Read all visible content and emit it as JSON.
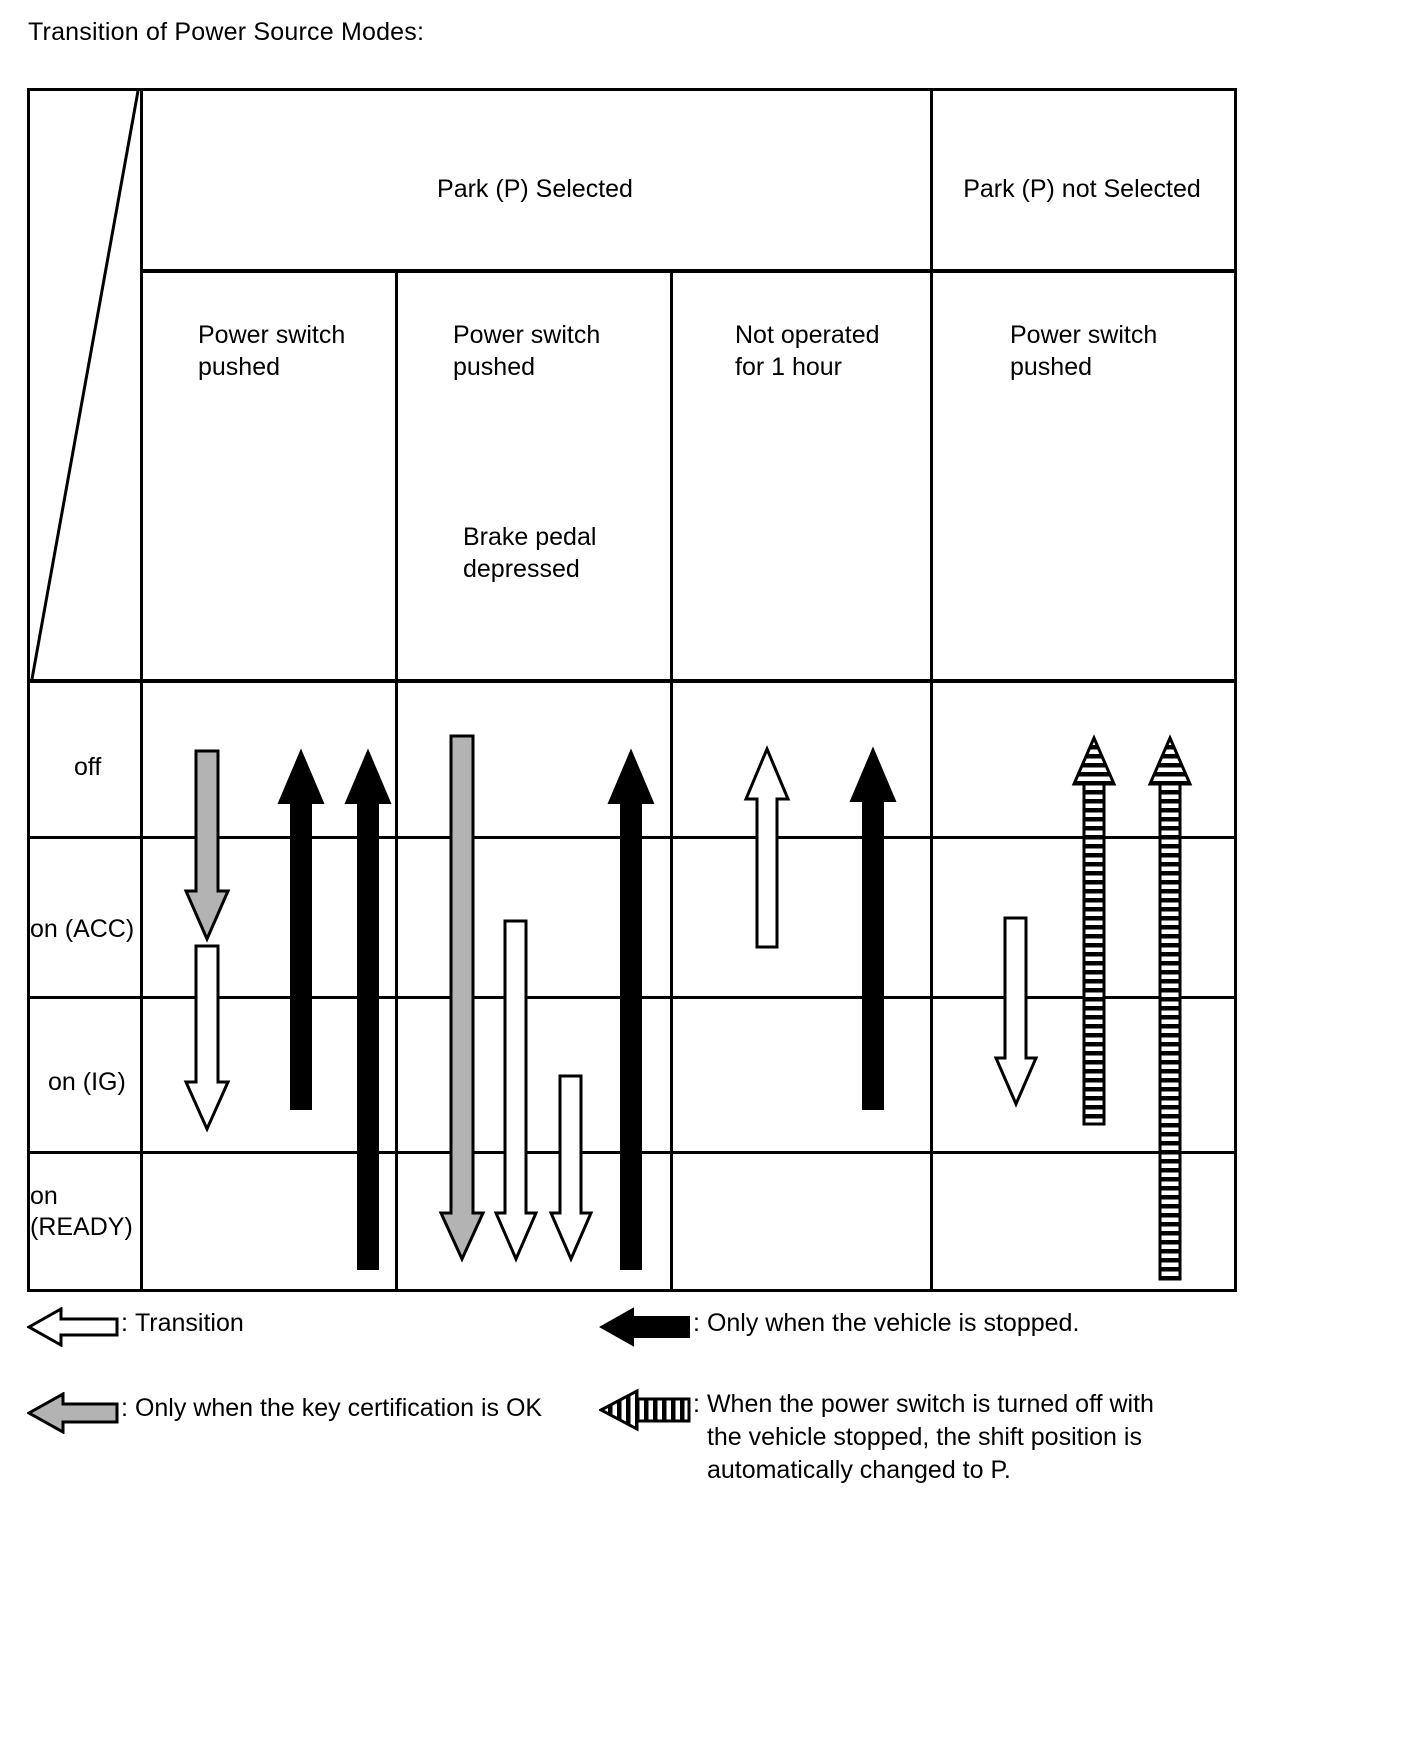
{
  "title": "Transition of Power Source Modes:",
  "table": {
    "group_headers": [
      {
        "label": "Park (P) Selected",
        "spans": 3
      },
      {
        "label": "Park (P) not Selected",
        "spans": 1
      }
    ],
    "column_headers": [
      {
        "primary": "Power switch\npushed",
        "secondary": ""
      },
      {
        "primary": "Power switch\npushed",
        "secondary": "Brake pedal\ndepressed"
      },
      {
        "primary": "Not operated\nfor 1 hour",
        "secondary": ""
      },
      {
        "primary": "Power switch\npushed",
        "secondary": ""
      }
    ],
    "row_labels": [
      "off",
      "on (ACC)",
      "on (IG)",
      "on (READY)"
    ],
    "arrows": [
      {
        "column": 1,
        "style": "gray",
        "direction": "down",
        "from_row": "off",
        "to_row": "on (ACC)"
      },
      {
        "column": 1,
        "style": "outline",
        "direction": "down",
        "from_row": "on (ACC)",
        "to_row": "on (IG)"
      },
      {
        "column": 1,
        "style": "black",
        "direction": "up",
        "from_row": "on (IG)",
        "to_row": "off"
      },
      {
        "column": 1,
        "style": "black",
        "direction": "up",
        "from_row": "on (READY)",
        "to_row": "off"
      },
      {
        "column": 2,
        "style": "gray",
        "direction": "down",
        "from_row": "off",
        "to_row": "on (READY)"
      },
      {
        "column": 2,
        "style": "outline",
        "direction": "down",
        "from_row": "on (ACC)",
        "to_row": "on (READY)"
      },
      {
        "column": 2,
        "style": "outline",
        "direction": "down",
        "from_row": "on (IG)",
        "to_row": "on (READY)"
      },
      {
        "column": 2,
        "style": "black",
        "direction": "up",
        "from_row": "on (READY)",
        "to_row": "off"
      },
      {
        "column": 3,
        "style": "outline",
        "direction": "up",
        "from_row": "on (ACC)",
        "to_row": "off"
      },
      {
        "column": 3,
        "style": "black",
        "direction": "up",
        "from_row": "on (IG)",
        "to_row": "off"
      },
      {
        "column": 4,
        "style": "outline",
        "direction": "down",
        "from_row": "on (ACC)",
        "to_row": "on (IG)"
      },
      {
        "column": 4,
        "style": "striped",
        "direction": "up",
        "from_row": "on (IG)",
        "to_row": "off"
      },
      {
        "column": 4,
        "style": "striped",
        "direction": "up",
        "from_row": "on (READY)",
        "to_row": "off"
      }
    ]
  },
  "legend": [
    {
      "style": "outline",
      "separator": ":",
      "text": "Transition"
    },
    {
      "style": "black",
      "separator": ":",
      "text": "Only when the vehicle is stopped."
    },
    {
      "style": "gray",
      "separator": ":",
      "text": "Only when the key certification is OK"
    },
    {
      "style": "striped",
      "separator": ":",
      "text": "When the power switch is turned off with\nthe vehicle stopped, the shift position is\nautomatically changed to P."
    }
  ],
  "colors": {
    "line": "#000000",
    "gray_fill": "#b3b3b3",
    "black_fill": "#000000",
    "white_fill": "#ffffff"
  }
}
